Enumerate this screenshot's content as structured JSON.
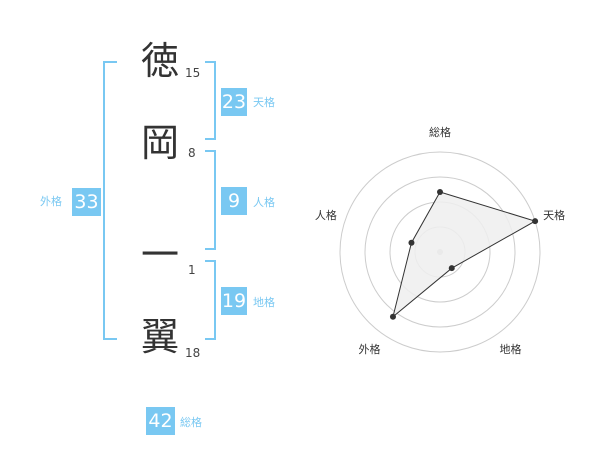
{
  "name": {
    "chars": [
      {
        "char": "徳",
        "strokes": "15"
      },
      {
        "char": "岡",
        "strokes": "8"
      },
      {
        "char": "一",
        "strokes": "1"
      },
      {
        "char": "翼",
        "strokes": "18"
      }
    ]
  },
  "kaku": {
    "tenkaku": {
      "value": "23",
      "label": "天格"
    },
    "jinkaku": {
      "value": "9",
      "label": "人格"
    },
    "chikaku": {
      "value": "19",
      "label": "地格"
    },
    "gaikaku": {
      "value": "33",
      "label": "外格"
    },
    "soukaku": {
      "value": "42",
      "label": "総格"
    }
  },
  "colors": {
    "accent": "#79c8f2",
    "radar_fill": "#eeeeee",
    "radar_stroke": "#333333",
    "grid": "#cccccc"
  },
  "chart_data": {
    "type": "radar",
    "axes": [
      "総格",
      "天格",
      "地格",
      "外格",
      "人格"
    ],
    "values": [
      0.6,
      1.0,
      0.2,
      0.8,
      0.3
    ],
    "rings": 4,
    "range": [
      0,
      1
    ]
  }
}
